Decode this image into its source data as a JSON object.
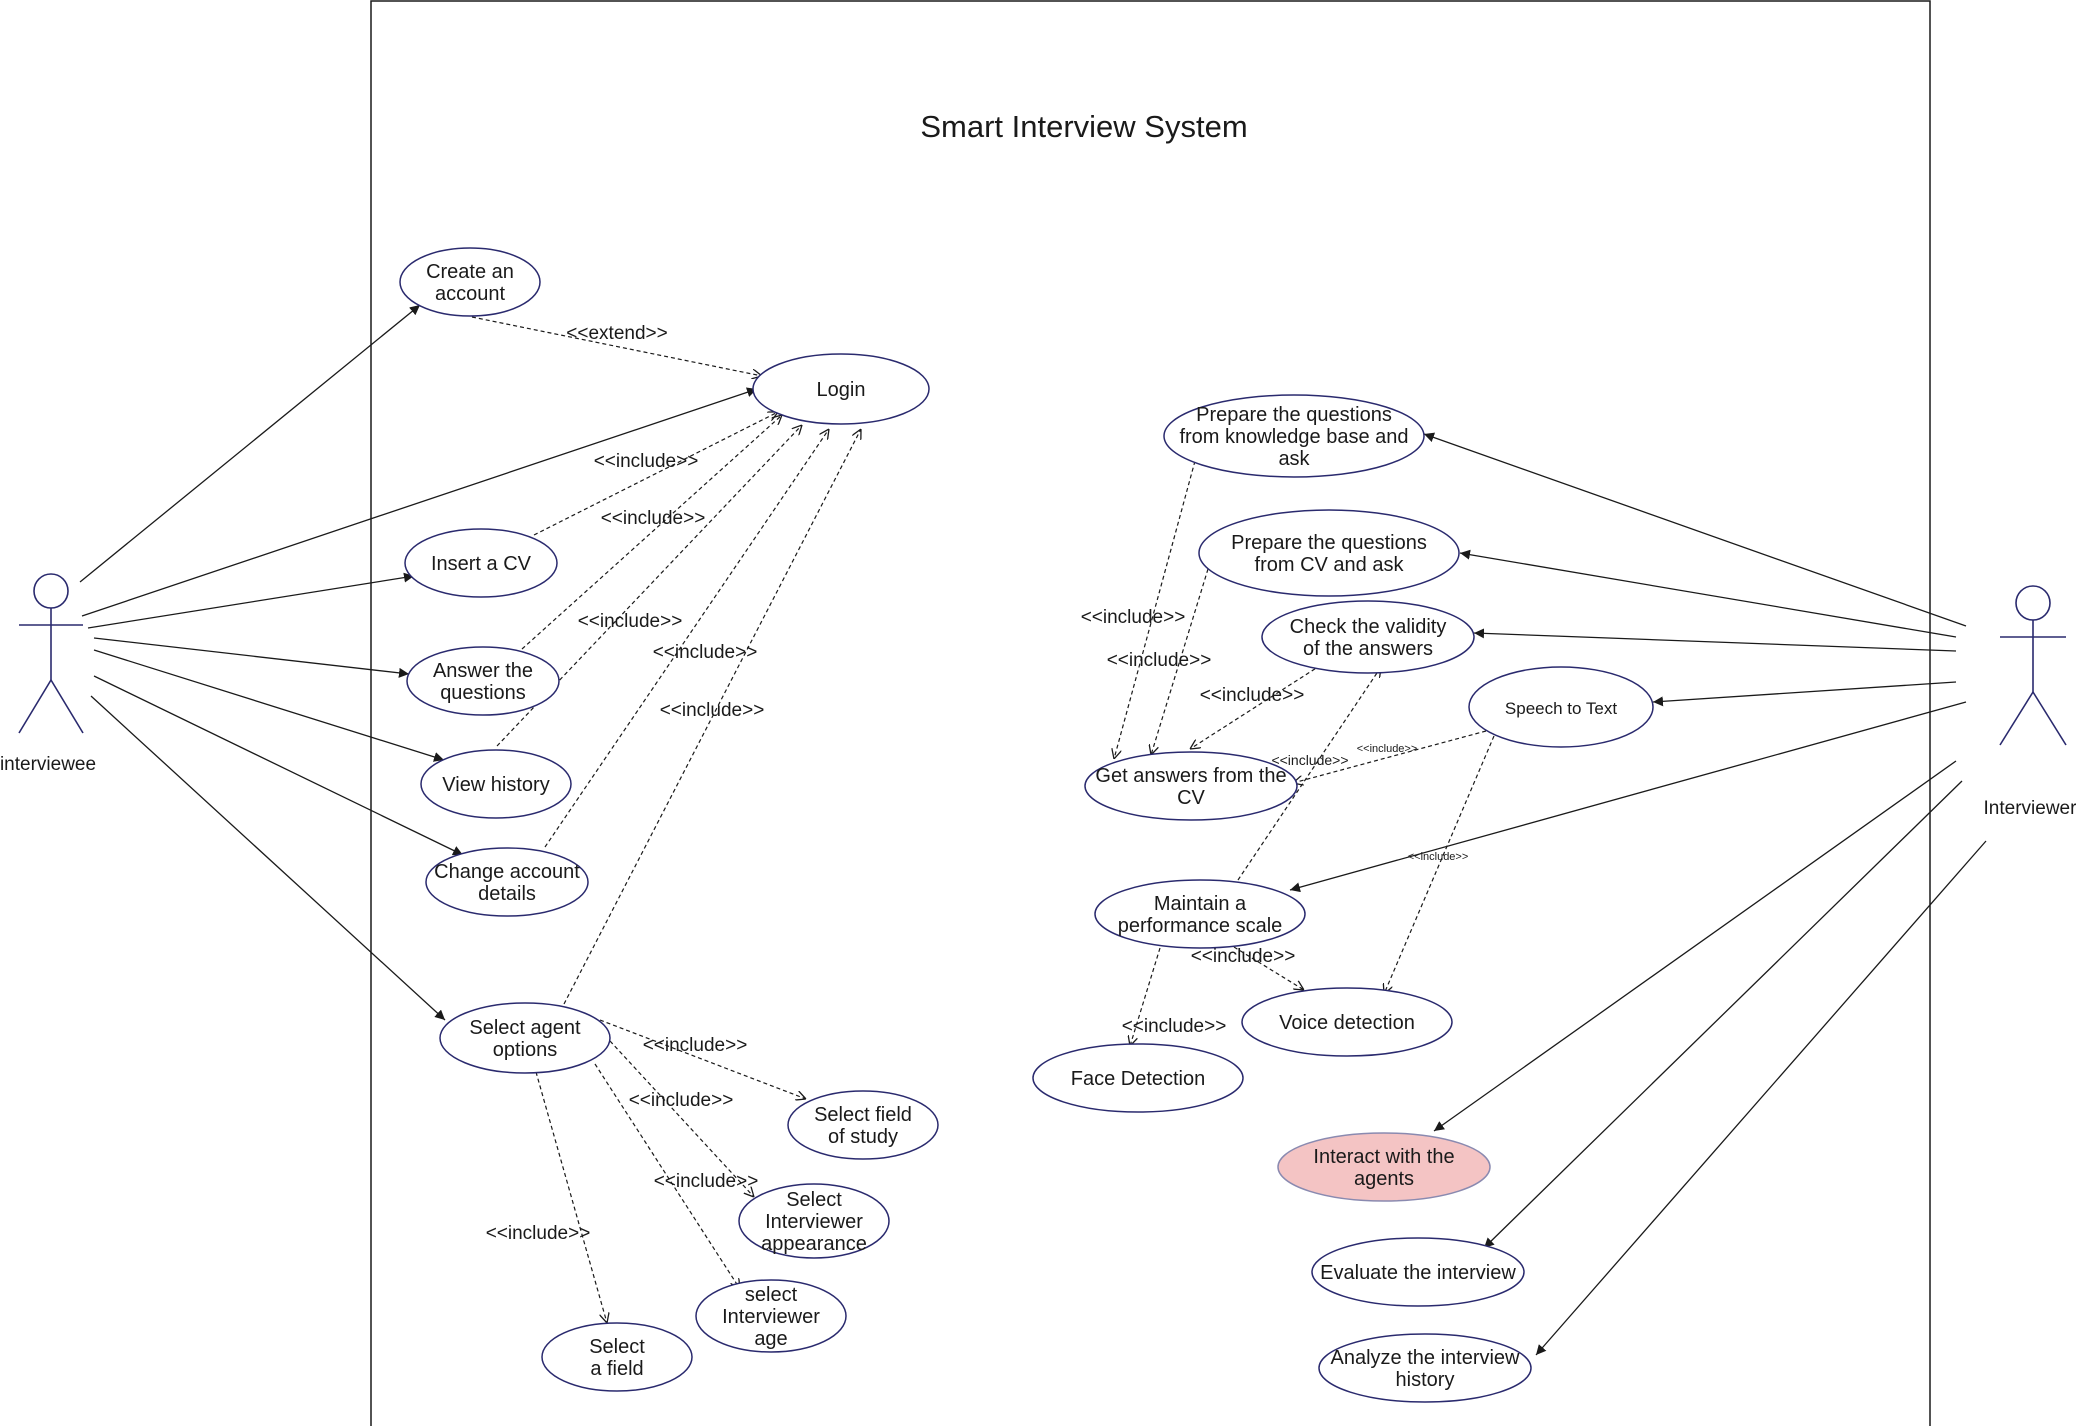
{
  "system": {
    "title": "Smart Interview System"
  },
  "actors": {
    "interviewee": {
      "name": "interviewee"
    },
    "interviewer": {
      "name": "Interviewer"
    }
  },
  "use_cases": {
    "create_account": [
      "Create an",
      "account"
    ],
    "login": [
      "Login"
    ],
    "insert_cv": [
      "Insert a CV"
    ],
    "answer_questions": [
      "Answer the",
      "questions"
    ],
    "view_history": [
      "View history"
    ],
    "change_account": [
      "Change account",
      "details"
    ],
    "select_agent": [
      "Select agent",
      "options"
    ],
    "select_field_study": [
      "Select field",
      "of study"
    ],
    "select_appearance": [
      "Select",
      "Interviewer",
      "appearance"
    ],
    "select_age": [
      "select",
      "Interviewer",
      "age"
    ],
    "select_field": [
      "Select",
      "a field"
    ],
    "prepare_kb": [
      "Prepare the questions",
      "from knowledge base and",
      "ask"
    ],
    "prepare_cv": [
      "Prepare the questions",
      "from CV and ask"
    ],
    "check_validity": [
      "Check the validity",
      "of the answers"
    ],
    "speech_to_text": [
      "Speech to Text"
    ],
    "get_answers": [
      "Get answers from the",
      "CV"
    ],
    "maintain_scale": [
      "Maintain a",
      "performance scale"
    ],
    "voice_detection": [
      "Voice detection"
    ],
    "face_detection": [
      "Face Detection"
    ],
    "interact_agents": [
      "Interact with the",
      "agents"
    ],
    "evaluate_interview": [
      "Evaluate the interview"
    ],
    "analyze_history": [
      "Analyze the interview",
      "history"
    ]
  },
  "relationship_labels": {
    "extend": "<<extend>>",
    "include": "<<include>>"
  },
  "colors": {
    "use_case_border": "#2a2a6e",
    "highlight_fill": "#f4c4c4"
  }
}
